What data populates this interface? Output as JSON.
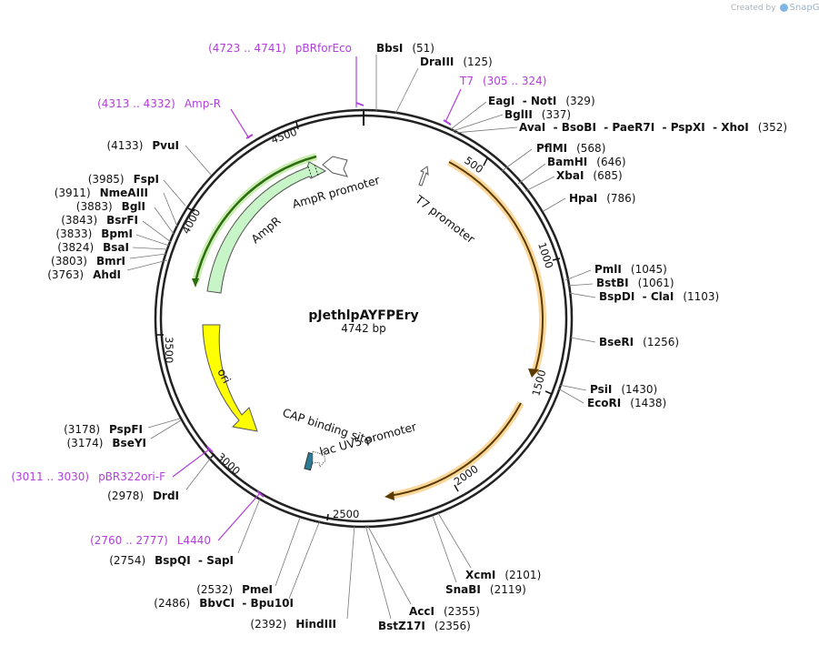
{
  "credit": {
    "prefix": "Created by",
    "brand": "SnapGene",
    "icon": "snapgene-logo-icon"
  },
  "plasmid": {
    "name": "pJethlpAYFPEry",
    "size": "4742 bp"
  },
  "colors": {
    "primer": "#b040d8",
    "backbone": "#222222",
    "ampr": "#c8f5c8",
    "ampr_edge": "#2a6e10",
    "ori": "#ffff00",
    "orange": "#f5a623",
    "promoter": "#ffffff",
    "lac": "#2e7a94"
  },
  "ticks": [
    "500",
    "1000",
    "1500",
    "2000",
    "2500",
    "3000",
    "3500",
    "4000",
    "4500"
  ],
  "features": {
    "ampr": "AmpR",
    "ampr_promoter": "AmpR promoter",
    "ori": "ori",
    "t7_promoter": "T7 promoter",
    "cap": "CAP binding site",
    "lacuv5": "lac UV5 promoter"
  },
  "sites": [
    {
      "name": "BbsI",
      "pos": "(51)"
    },
    {
      "name": "DraIII",
      "pos": "(125)"
    },
    {
      "name": "EagI  - NotI",
      "pos": "(329)"
    },
    {
      "name": "BglII",
      "pos": "(337)"
    },
    {
      "name": "AvaI  - BsoBI  - PaeR7I  - PspXI  - XhoI",
      "pos": "(352)"
    },
    {
      "name": "PflMI",
      "pos": "(568)"
    },
    {
      "name": "BamHI",
      "pos": "(646)"
    },
    {
      "name": "XbaI",
      "pos": "(685)"
    },
    {
      "name": "HpaI",
      "pos": "(786)"
    },
    {
      "name": "PmlI",
      "pos": "(1045)"
    },
    {
      "name": "BstBI",
      "pos": "(1061)"
    },
    {
      "name": "BspDI  - ClaI",
      "pos": "(1103)"
    },
    {
      "name": "BseRI",
      "pos": "(1256)"
    },
    {
      "name": "PsiI",
      "pos": "(1430)"
    },
    {
      "name": "EcoRI",
      "pos": "(1438)"
    },
    {
      "name": "XcmI",
      "pos": "(2101)"
    },
    {
      "name": "SnaBI",
      "pos": "(2119)"
    },
    {
      "name": "AccI",
      "pos": "(2355)"
    },
    {
      "name": "BstZ17I",
      "pos": "(2356)"
    },
    {
      "name": "HindIII",
      "pos": "(2392)"
    },
    {
      "name": "BbvCI  - Bpu10I",
      "pos": "(2486)"
    },
    {
      "name": "PmeI",
      "pos": "(2532)"
    },
    {
      "name": "BspQI  - SapI",
      "pos": "(2754)"
    },
    {
      "name": "DrdI",
      "pos": "(2978)"
    },
    {
      "name": "BseYI",
      "pos": "(3174)"
    },
    {
      "name": "PspFI",
      "pos": "(3178)"
    },
    {
      "name": "AhdI",
      "pos": "(3763)"
    },
    {
      "name": "BmrI",
      "pos": "(3803)"
    },
    {
      "name": "BsaI",
      "pos": "(3824)"
    },
    {
      "name": "BpmI",
      "pos": "(3833)"
    },
    {
      "name": "BsrFI",
      "pos": "(3843)"
    },
    {
      "name": "BglI",
      "pos": "(3883)"
    },
    {
      "name": "NmeAIII",
      "pos": "(3911)"
    },
    {
      "name": "FspI",
      "pos": "(3985)"
    },
    {
      "name": "PvuI",
      "pos": "(4133)"
    }
  ],
  "primers": [
    {
      "name": "pBRforEco",
      "range": "(4723 .. 4741)"
    },
    {
      "name": "T7",
      "range": "(305 .. 324)"
    },
    {
      "name": "Amp-R",
      "range": "(4313 .. 4332)"
    },
    {
      "name": "pBR322ori-F",
      "range": "(3011 .. 3030)"
    },
    {
      "name": "L4440",
      "range": "(2760 .. 2777)"
    }
  ]
}
